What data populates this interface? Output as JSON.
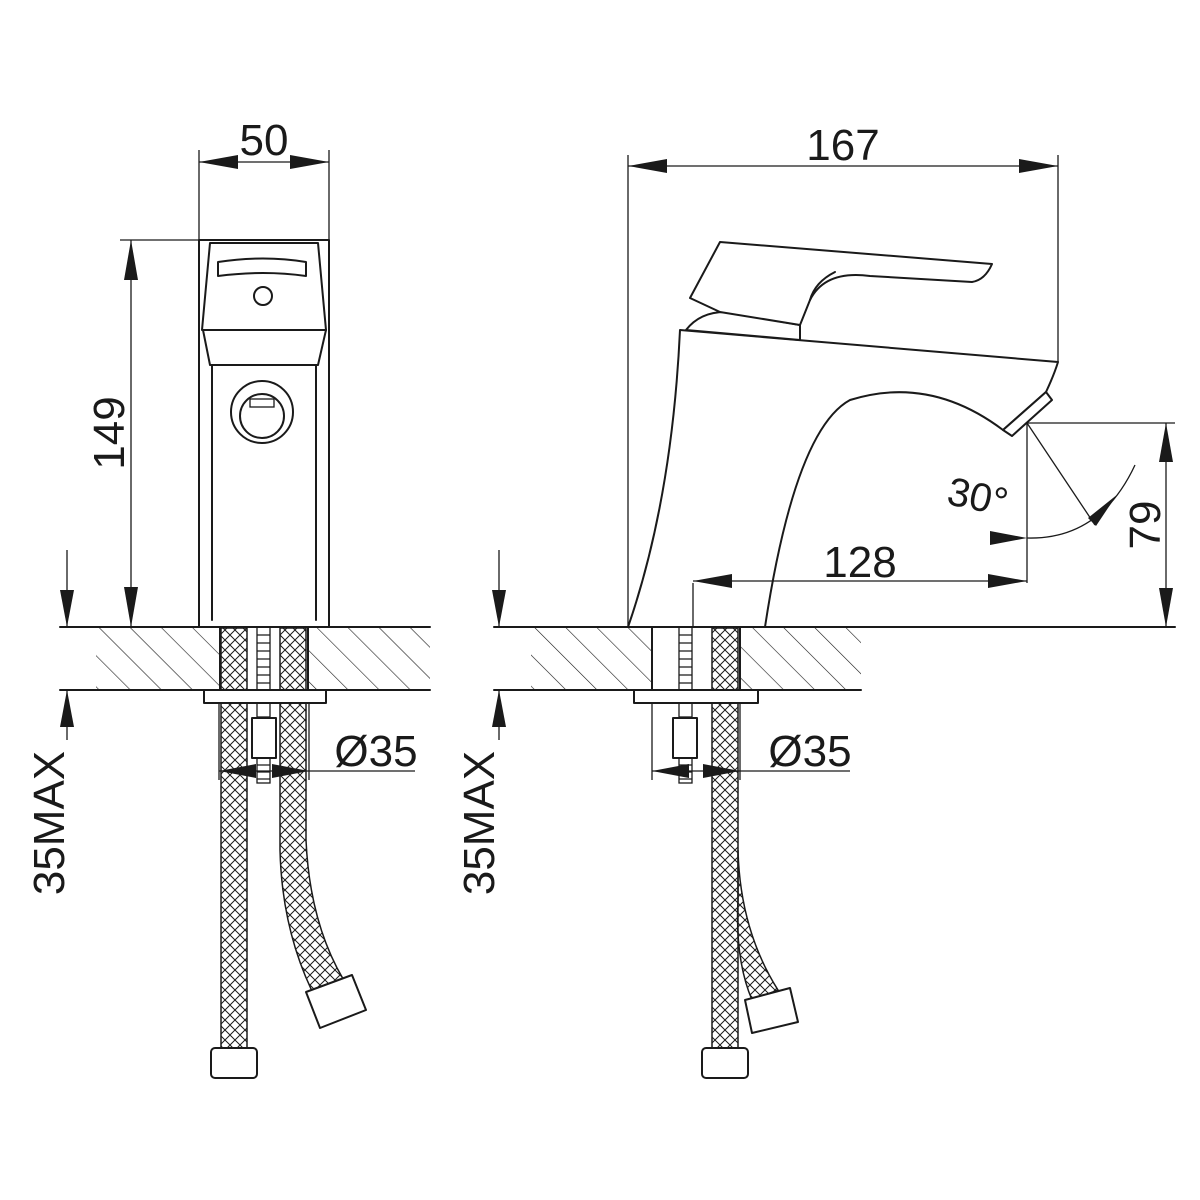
{
  "dimensions": {
    "width_front": "50",
    "height_total": "149",
    "max_thickness_left": "35MAX",
    "hole_diameter_left": "Ø35",
    "length_total": "167",
    "spout_reach": "128",
    "spout_height": "79",
    "spout_angle": "30°",
    "max_thickness_right": "35MAX",
    "hole_diameter_right": "Ø35"
  },
  "colors": {
    "line": "#1a1a1a",
    "background": "#ffffff"
  }
}
